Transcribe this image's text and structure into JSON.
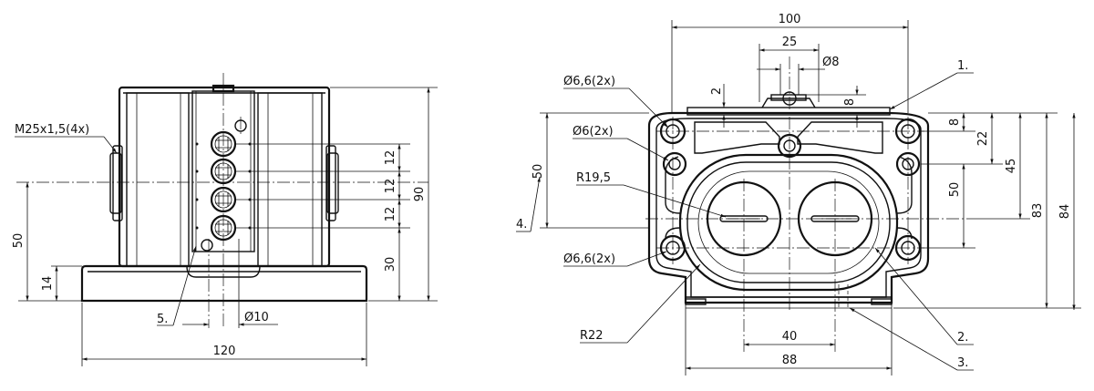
{
  "front_view": {
    "thread_label": "M25x1,5(4x)",
    "dim_total_height": "90",
    "dim_spacing_1": "12",
    "dim_spacing_2": "12",
    "dim_spacing_3": "12",
    "dim_lower": "30",
    "dim_axis_height": "50",
    "dim_base": "14",
    "dim_width": "120",
    "dim_diameter": "Ø10",
    "callout_5": "5."
  },
  "side_view": {
    "dim_top_width": "100",
    "dim_25": "25",
    "dim_phi8": "Ø8",
    "dim_2": "2",
    "dim_8_top": "8",
    "hole_a": "Ø6,6(2x)",
    "hole_b": "Ø6(2x)",
    "hole_c": "Ø6,6(2x)",
    "radius_1": "R19,5",
    "radius_2": "R22",
    "dim_50_left": "50",
    "dim_8_right": "8",
    "dim_22": "22",
    "dim_45": "45",
    "dim_50_right": "50",
    "dim_83": "83",
    "dim_84": "84",
    "dim_40": "40",
    "dim_88": "88",
    "callout_1": "1.",
    "callout_2": "2.",
    "callout_3": "3.",
    "callout_4": "4."
  }
}
